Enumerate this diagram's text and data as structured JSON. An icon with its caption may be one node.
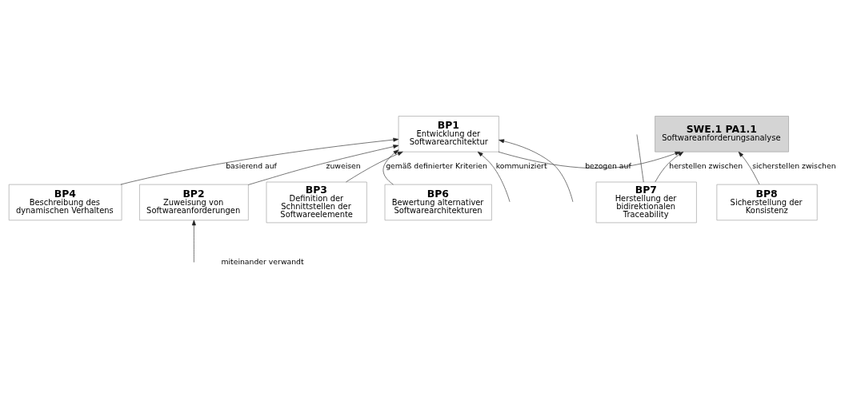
{
  "diagram": {
    "nodes": [
      {
        "text": [
          "BP1",
          "Entwicklung der Softwarearchitektur"
        ]
      },
      {
        "text": [
          "SWE.1 PA1.1",
          "Softwareanforderungsanalyse"
        ]
      },
      {
        "text": [
          "BP4",
          "Beschreibung des dynamischen Verhaltens"
        ]
      },
      {
        "text": [
          "BP2",
          "Zuweisung von Softwareanforderungen"
        ]
      },
      {
        "text": [
          "BP7",
          "Herstellung der bidirektionalen Traceability"
        ]
      },
      {
        "text": [
          "BP3",
          "Definition der Schnittstellen der Softwareelemente"
        ]
      },
      {
        "text": [
          "BP6",
          "Bewertung alternativer Softwarearchitekturen"
        ]
      },
      {
        "text": [
          "BP8",
          "Sicherstellung der Konsistenz"
        ]
      }
    ],
    "edges": [
      {
        "from": null,
        "to": 0,
        "arrow": "to",
        "label": "kommuniziert"
      },
      {
        "from": 2,
        "to": 0,
        "arrow": "to",
        "label": "basierend auf"
      },
      {
        "from": 5,
        "to": 0,
        "arrow": "to"
      },
      {
        "from": null,
        "to": 0,
        "arrow": "to"
      },
      {
        "from": 0,
        "to": 1,
        "arrow": "to",
        "label": "bezogen auf"
      },
      {
        "from": 3,
        "to": 0,
        "arrow": "to",
        "label": "zuweisen"
      },
      {
        "from": null,
        "to": 3,
        "arrow": "to"
      },
      {
        "from": 6,
        "to": 0,
        "arrow": "to",
        "label": "gemäß definierter Kriterien"
      },
      {
        "from": 7,
        "to": 1,
        "arrow": "to",
        "label": "sicherstellen zwischen"
      },
      {
        "from": 4,
        "to": 1,
        "arrow": "to",
        "label": "herstellen zwischen"
      },
      {
        "from": 4,
        "to": null,
        "arrow": "none"
      }
    ],
    "labels": [
      "miteinander verwandt"
    ]
  }
}
